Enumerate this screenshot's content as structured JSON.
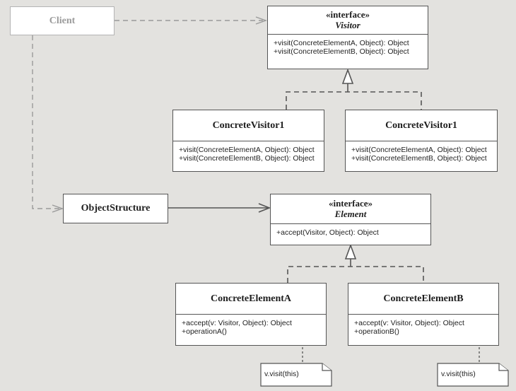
{
  "client": {
    "name": "Client"
  },
  "visitor": {
    "stereotype": "«interface»",
    "name": "Visitor",
    "ops": [
      "+visit(ConcreteElementA, Object): Object",
      "+visit(ConcreteElementB, Object): Object"
    ]
  },
  "concrete_visitor_1": {
    "name": "ConcreteVisitor1",
    "ops": [
      "+visit(ConcreteElementA, Object): Object",
      "+visit(ConcreteElementB, Object): Object"
    ]
  },
  "concrete_visitor_2": {
    "name": "ConcreteVisitor1",
    "ops": [
      "+visit(ConcreteElementA, Object): Object",
      "+visit(ConcreteElementB, Object): Object"
    ]
  },
  "object_structure": {
    "name": "ObjectStructure"
  },
  "element": {
    "stereotype": "«interface»",
    "name": "Element",
    "ops": [
      "+accept(Visitor, Object): Object"
    ]
  },
  "concrete_element_a": {
    "name": "ConcreteElementA",
    "ops": [
      "+accept(v: Visitor, Object): Object",
      "+operationA()"
    ],
    "note": "v.visit(this)"
  },
  "concrete_element_b": {
    "name": "ConcreteElementB",
    "ops": [
      "+accept(v: Visitor, Object): Object",
      "+operationB()"
    ],
    "note": "v.visit(this)"
  },
  "colors": {
    "background": "#e3e2df",
    "line": "#555555",
    "faded": "#b4b4b4"
  }
}
